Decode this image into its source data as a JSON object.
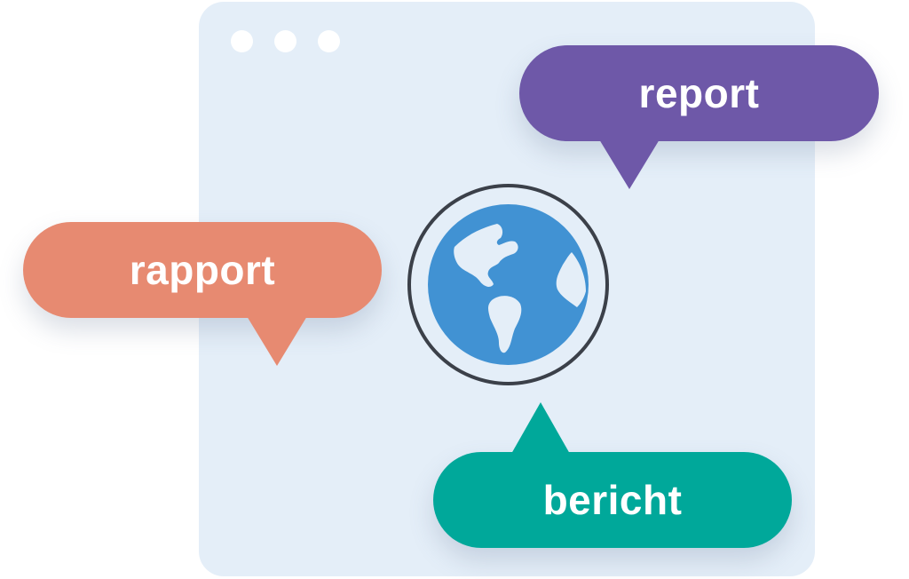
{
  "window": {
    "controls": [
      "dot",
      "dot",
      "dot"
    ],
    "background_color": "#e4eef8"
  },
  "center_icon": {
    "name": "globe-icon",
    "globe_color": "#4192d3",
    "ring_color": "#3b4049"
  },
  "bubbles": [
    {
      "id": "report",
      "text": "report",
      "color": "#6e58a8"
    },
    {
      "id": "rapport",
      "text": "rapport",
      "color": "#e78a71"
    },
    {
      "id": "bericht",
      "text": "bericht",
      "color": "#00a89a"
    }
  ]
}
